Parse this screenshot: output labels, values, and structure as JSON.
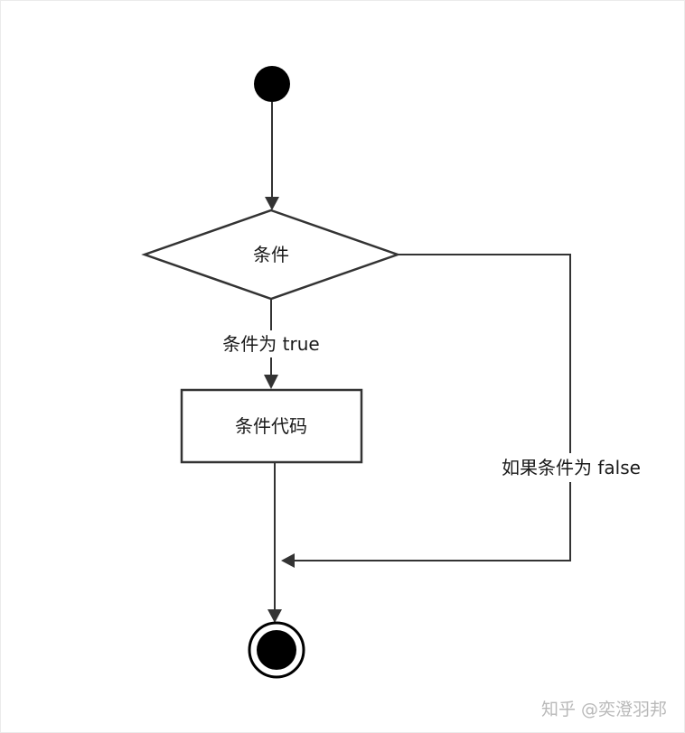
{
  "diagram": {
    "condition_label": "条件",
    "true_edge_label": "条件为 true",
    "code_block_label": "条件代码",
    "false_edge_label": "如果条件为 false"
  },
  "watermark": "知乎 @奕澄羽邦",
  "colors": {
    "line": "#333333",
    "fill": "#ffffff",
    "node_solid": "#000000",
    "watermark": "#b9b9b9"
  }
}
